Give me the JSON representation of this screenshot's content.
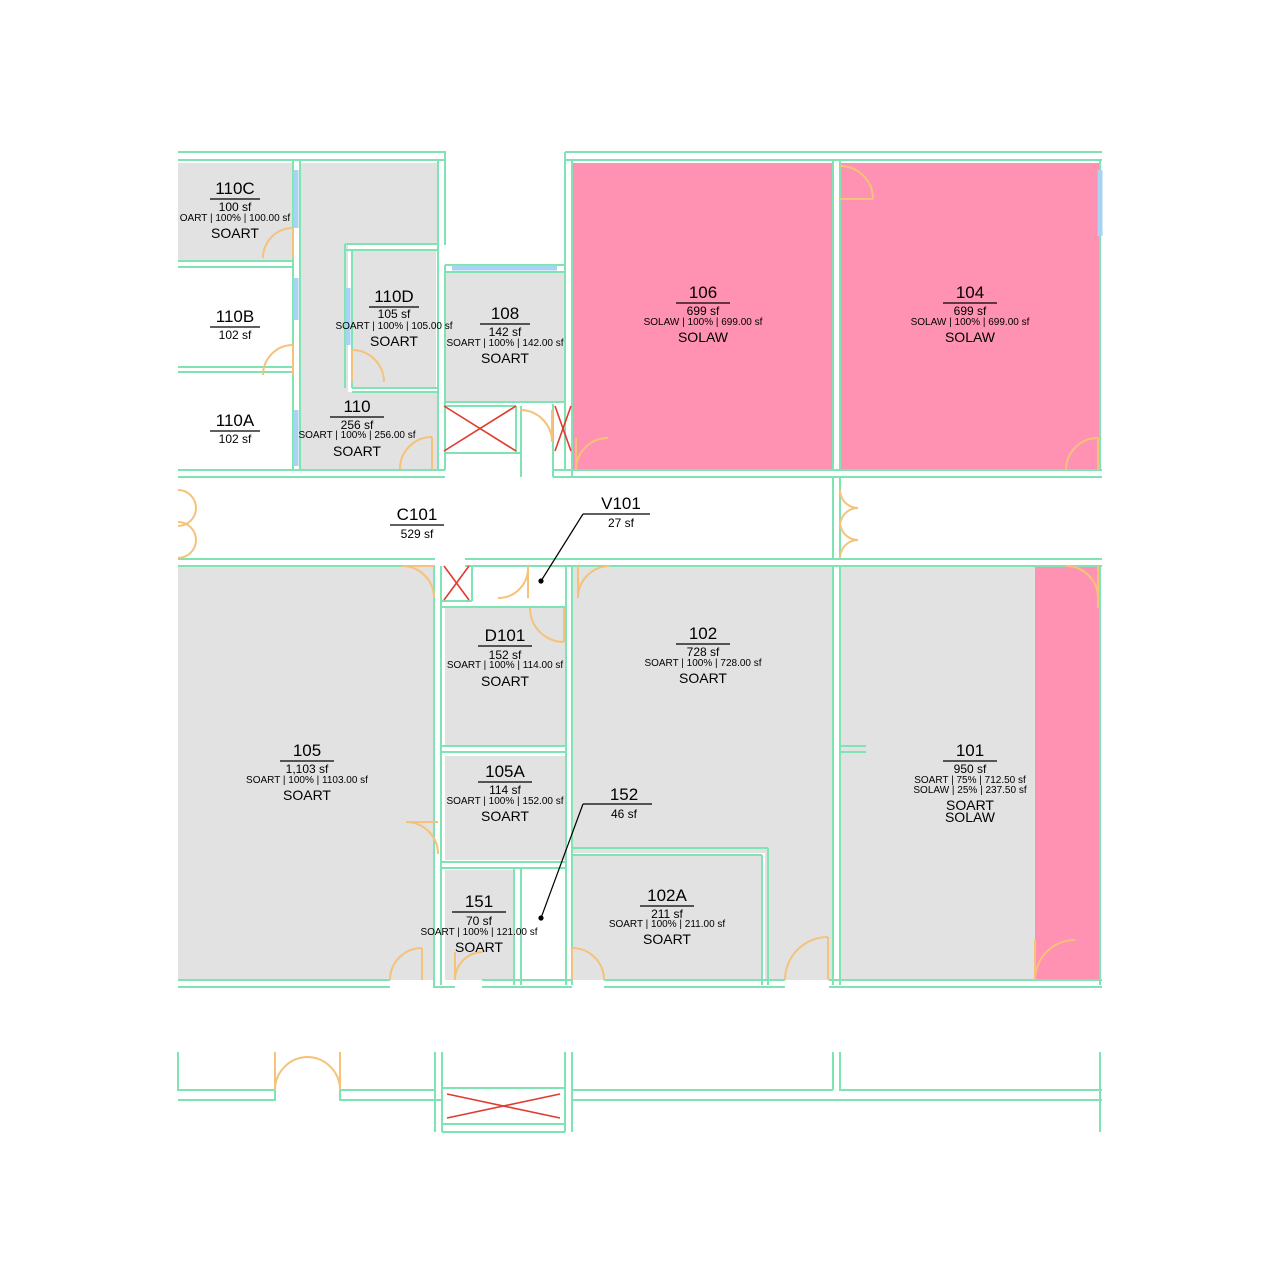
{
  "colors": {
    "wall": "#7fe3b3",
    "door": "#f5c27a",
    "soart_fill": "#e2e2e2",
    "solaw_fill": "#ff91b2",
    "x_mark": "#e23a2e",
    "glazing": "#a9d3f2"
  },
  "rooms": {
    "r110c": {
      "number": "110C",
      "area": "100 sf",
      "alloc": [
        "OART | 100% | 100.00 sf"
      ],
      "dept": [
        "SOART"
      ]
    },
    "r110b": {
      "number": "110B",
      "area": "102 sf",
      "alloc": [],
      "dept": []
    },
    "r110a": {
      "number": "110A",
      "area": "102 sf",
      "alloc": [],
      "dept": []
    },
    "r110d": {
      "number": "110D",
      "area": "105 sf",
      "alloc": [
        "SOART | 100% | 105.00 sf"
      ],
      "dept": [
        "SOART"
      ]
    },
    "r110": {
      "number": "110",
      "area": "256 sf",
      "alloc": [
        "SOART | 100% | 256.00 sf"
      ],
      "dept": [
        "SOART"
      ]
    },
    "r108": {
      "number": "108",
      "area": "142 sf",
      "alloc": [
        "SOART | 100% | 142.00 sf"
      ],
      "dept": [
        "SOART"
      ]
    },
    "r106": {
      "number": "106",
      "area": "699 sf",
      "alloc": [
        "SOLAW | 100% | 699.00 sf"
      ],
      "dept": [
        "SOLAW"
      ]
    },
    "r104": {
      "number": "104",
      "area": "699 sf",
      "alloc": [
        "SOLAW | 100% | 699.00 sf"
      ],
      "dept": [
        "SOLAW"
      ]
    },
    "c101": {
      "number": "C101",
      "area": "529 sf",
      "alloc": [],
      "dept": []
    },
    "v101": {
      "number": "V101",
      "area": "27 sf",
      "alloc": [],
      "dept": []
    },
    "d101": {
      "number": "D101",
      "area": "152 sf",
      "alloc": [
        "SOART | 100% | 114.00 sf"
      ],
      "dept": [
        "SOART"
      ]
    },
    "r102": {
      "number": "102",
      "area": "728 sf",
      "alloc": [
        "SOART | 100% | 728.00 sf"
      ],
      "dept": [
        "SOART"
      ]
    },
    "r105": {
      "number": "105",
      "area": "1,103 sf",
      "alloc": [
        "SOART | 100% | 1103.00 sf"
      ],
      "dept": [
        "SOART"
      ]
    },
    "r105a": {
      "number": "105A",
      "area": "114 sf",
      "alloc": [
        "SOART | 100% | 152.00 sf"
      ],
      "dept": [
        "SOART"
      ]
    },
    "r152": {
      "number": "152",
      "area": "46 sf",
      "alloc": [],
      "dept": []
    },
    "r101": {
      "number": "101",
      "area": "950 sf",
      "alloc": [
        "SOART | 75% | 712.50 sf",
        "SOLAW | 25% | 237.50 sf"
      ],
      "dept": [
        "SOART",
        "SOLAW"
      ]
    },
    "r151": {
      "number": "151",
      "area": "70 sf",
      "alloc": [
        "SOART | 100% | 121.00 sf"
      ],
      "dept": [
        "SOART"
      ]
    },
    "r102a": {
      "number": "102A",
      "area": "211 sf",
      "alloc": [
        "SOART | 100% | 211.00 sf"
      ],
      "dept": [
        "SOART"
      ]
    }
  }
}
